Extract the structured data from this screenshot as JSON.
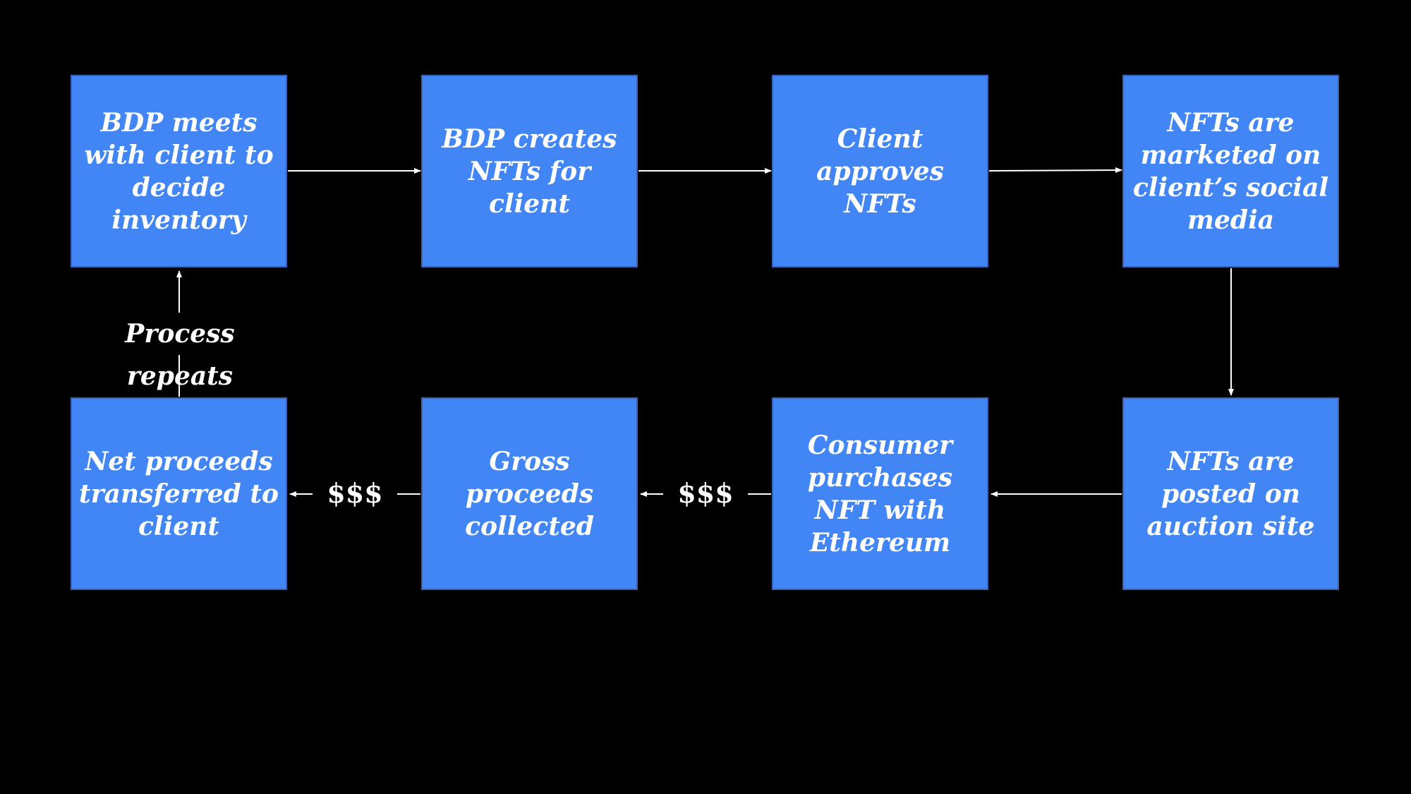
{
  "colors": {
    "background": "#000000",
    "box_fill": "#4285f4",
    "box_border": "#3a63b8",
    "text": "#ffffff",
    "arrow": "#ffffff"
  },
  "steps": [
    {
      "id": "meet",
      "label": "BDP meets with client to decide inventory"
    },
    {
      "id": "create",
      "label": "BDP creates NFTs for client"
    },
    {
      "id": "approve",
      "label": "Client approves NFTs"
    },
    {
      "id": "market",
      "label": "NFTs are marketed on client’s social media"
    },
    {
      "id": "post",
      "label": "NFTs are posted on auction site"
    },
    {
      "id": "purchase",
      "label": "Consumer purchases NFT with Ethereum"
    },
    {
      "id": "gross",
      "label": "Gross proceeds collected"
    },
    {
      "id": "net",
      "label": "Net proceeds transferred to client"
    }
  ],
  "edges": [
    {
      "from": "meet",
      "to": "create",
      "label": ""
    },
    {
      "from": "create",
      "to": "approve",
      "label": ""
    },
    {
      "from": "approve",
      "to": "market",
      "label": ""
    },
    {
      "from": "market",
      "to": "post",
      "label": ""
    },
    {
      "from": "post",
      "to": "purchase",
      "label": ""
    },
    {
      "from": "purchase",
      "to": "gross",
      "label": "$$$"
    },
    {
      "from": "gross",
      "to": "net",
      "label": "$$$"
    },
    {
      "from": "net",
      "to": "meet",
      "label": "Process repeats"
    }
  ]
}
